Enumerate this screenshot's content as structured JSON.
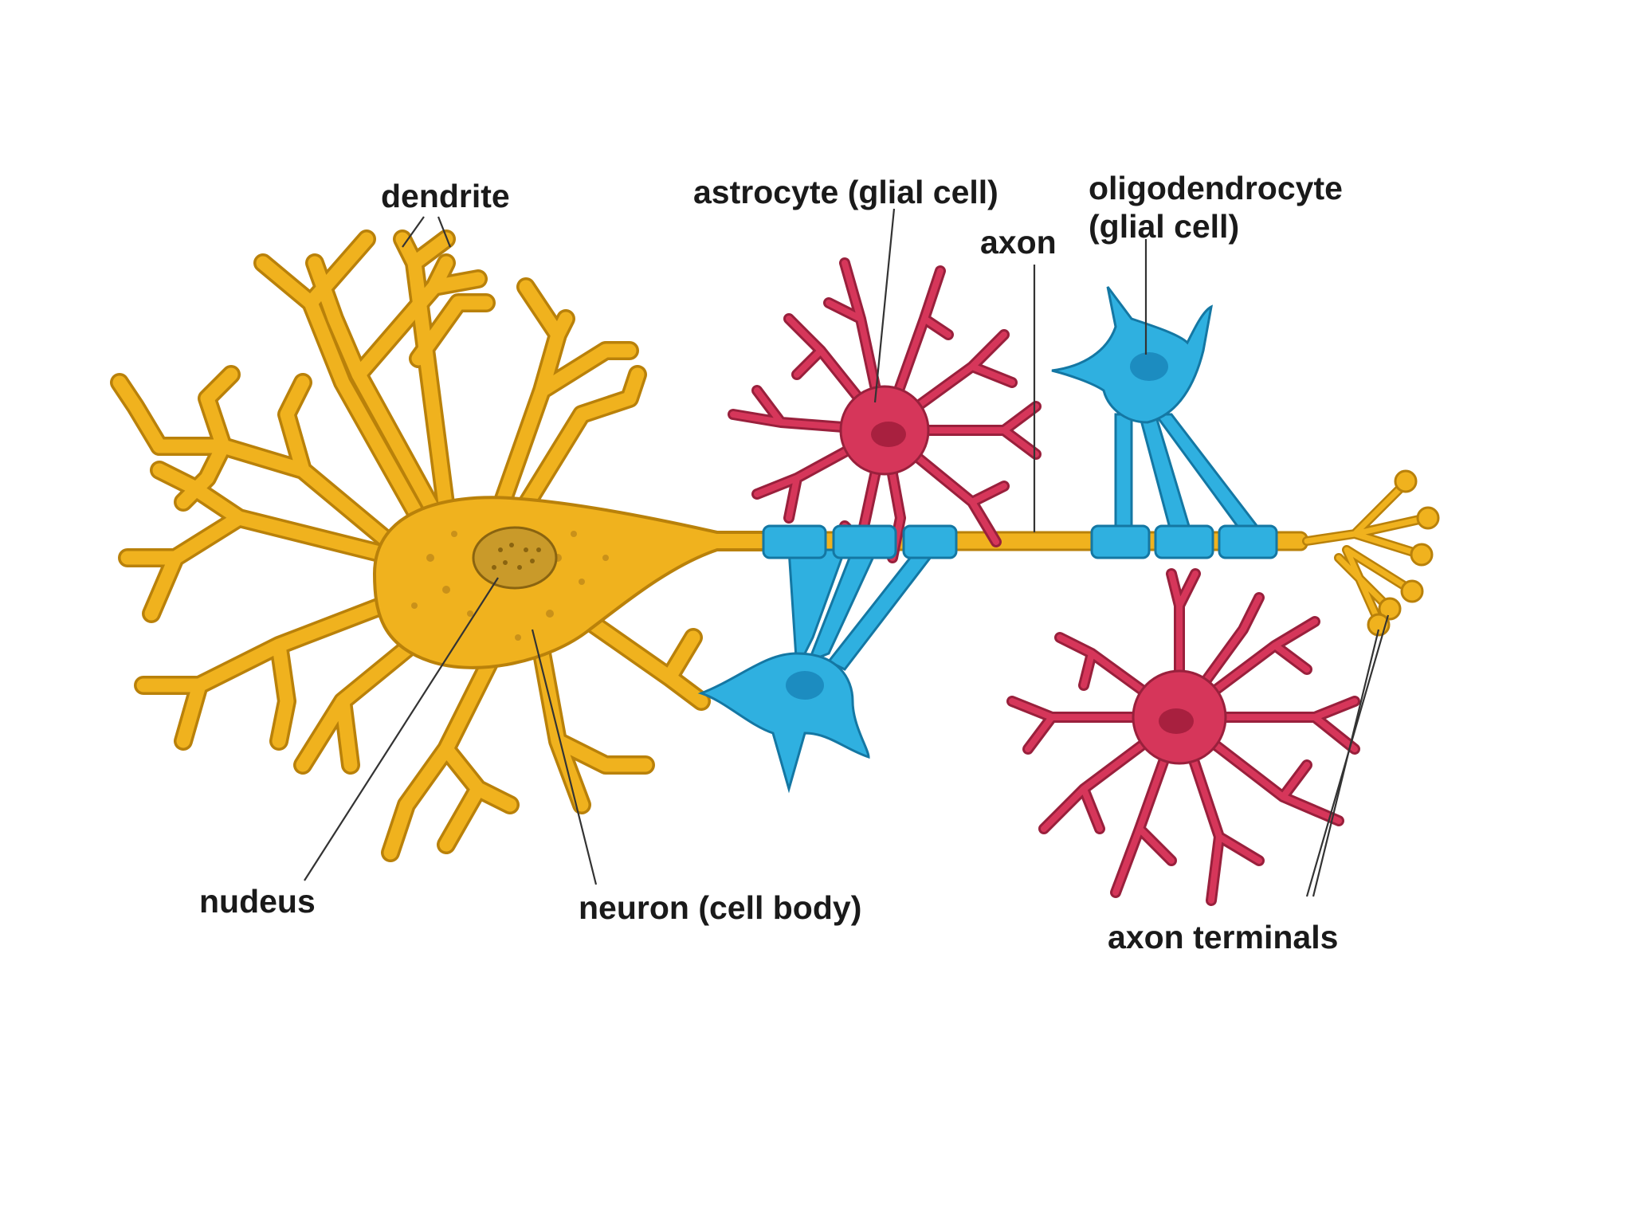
{
  "labels": {
    "dendrite": "dendrite",
    "astrocyte": "astrocyte (glial cell)",
    "oligo_line1": "oligodendrocyte",
    "oligo_line2": "(glial cell)",
    "axon": "axon",
    "nucleus": "nudeus",
    "cell_body": "neuron (cell body)",
    "axon_terminals": "axon terminals"
  },
  "colors": {
    "neuron": "#f0b21e",
    "neuron_outline": "#b9810a",
    "glia_blue": "#2fb0e0",
    "glia_blue_outline": "#1477a3",
    "astrocyte": "#d6365a",
    "astrocyte_outline": "#99203c",
    "nucleus": "#c99a2a"
  }
}
